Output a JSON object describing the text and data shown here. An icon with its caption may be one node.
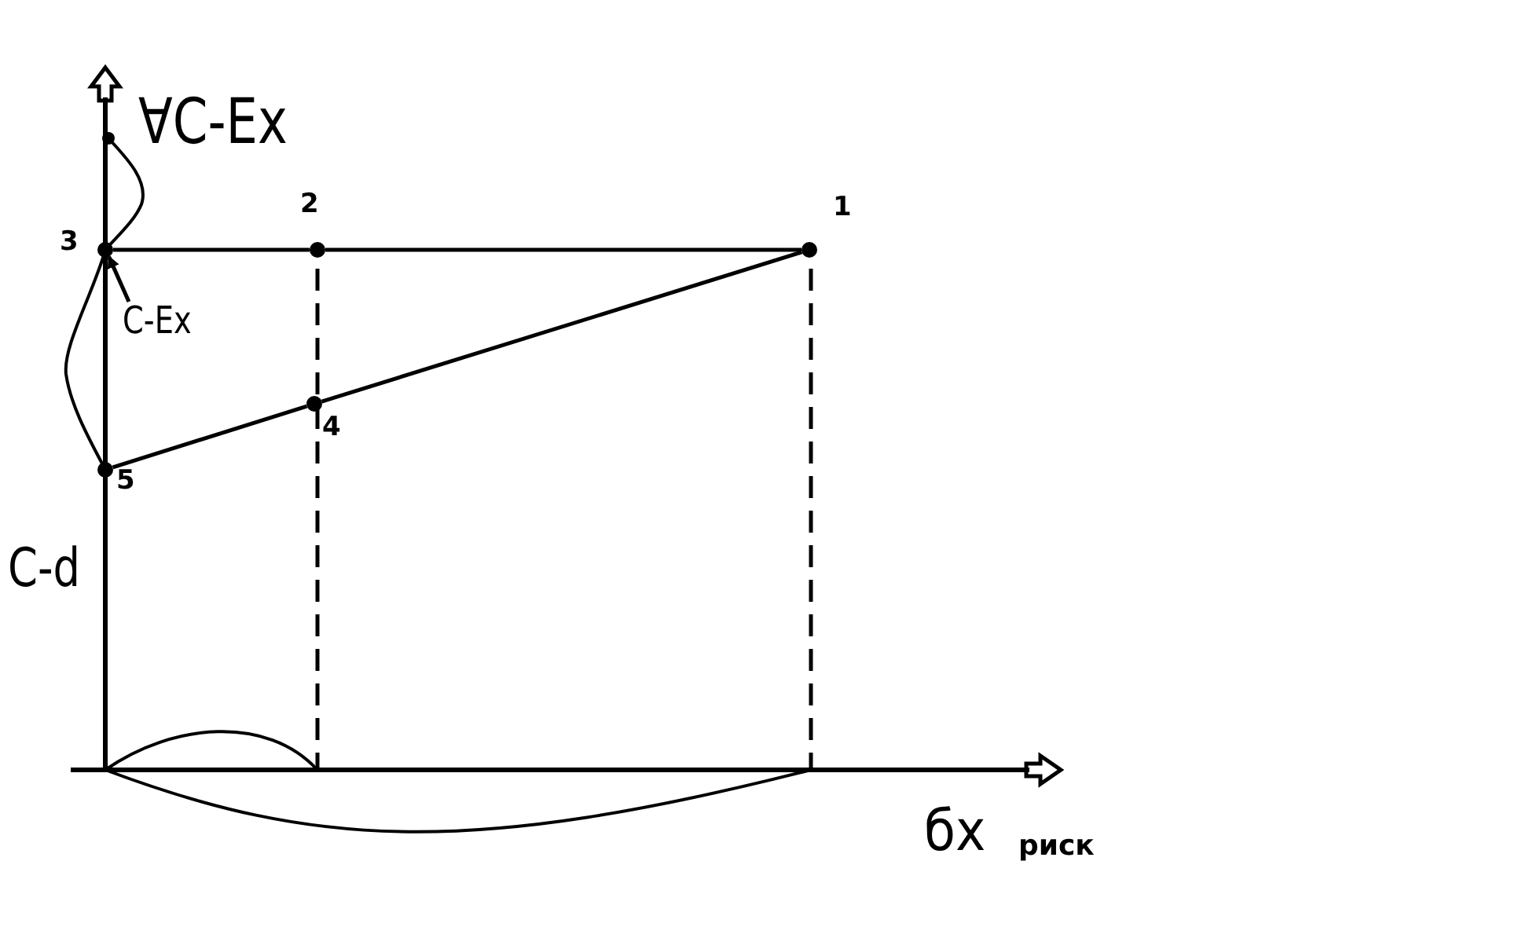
{
  "diagram": {
    "nodes": [
      {
        "text": [],
        "shape": "circle",
        "beside": [
          "1"
        ]
      },
      {
        "text": [],
        "shape": "circle",
        "beside": [
          "2"
        ]
      },
      {
        "text": [],
        "shape": "circle",
        "beside": [
          "3"
        ]
      },
      {
        "text": [],
        "shape": "circle",
        "beside": [
          "4"
        ]
      },
      {
        "text": [],
        "shape": "circle",
        "beside": [
          "5"
        ]
      },
      {
        "text": [
          "C-Ex"
        ]
      }
    ],
    "edges": [
      {
        "from": 2,
        "to": 1,
        "arrow": "none"
      },
      {
        "from": 1,
        "to": 0,
        "arrow": "none"
      },
      {
        "from": 0,
        "to": 3,
        "arrow": "none"
      },
      {
        "from": 3,
        "to": 4,
        "arrow": "none"
      },
      {
        "from": 5,
        "to": 2,
        "arrow": "to"
      }
    ],
    "labels": [
      "∀C-Ex",
      "C-d",
      "бx",
      "риск"
    ]
  }
}
